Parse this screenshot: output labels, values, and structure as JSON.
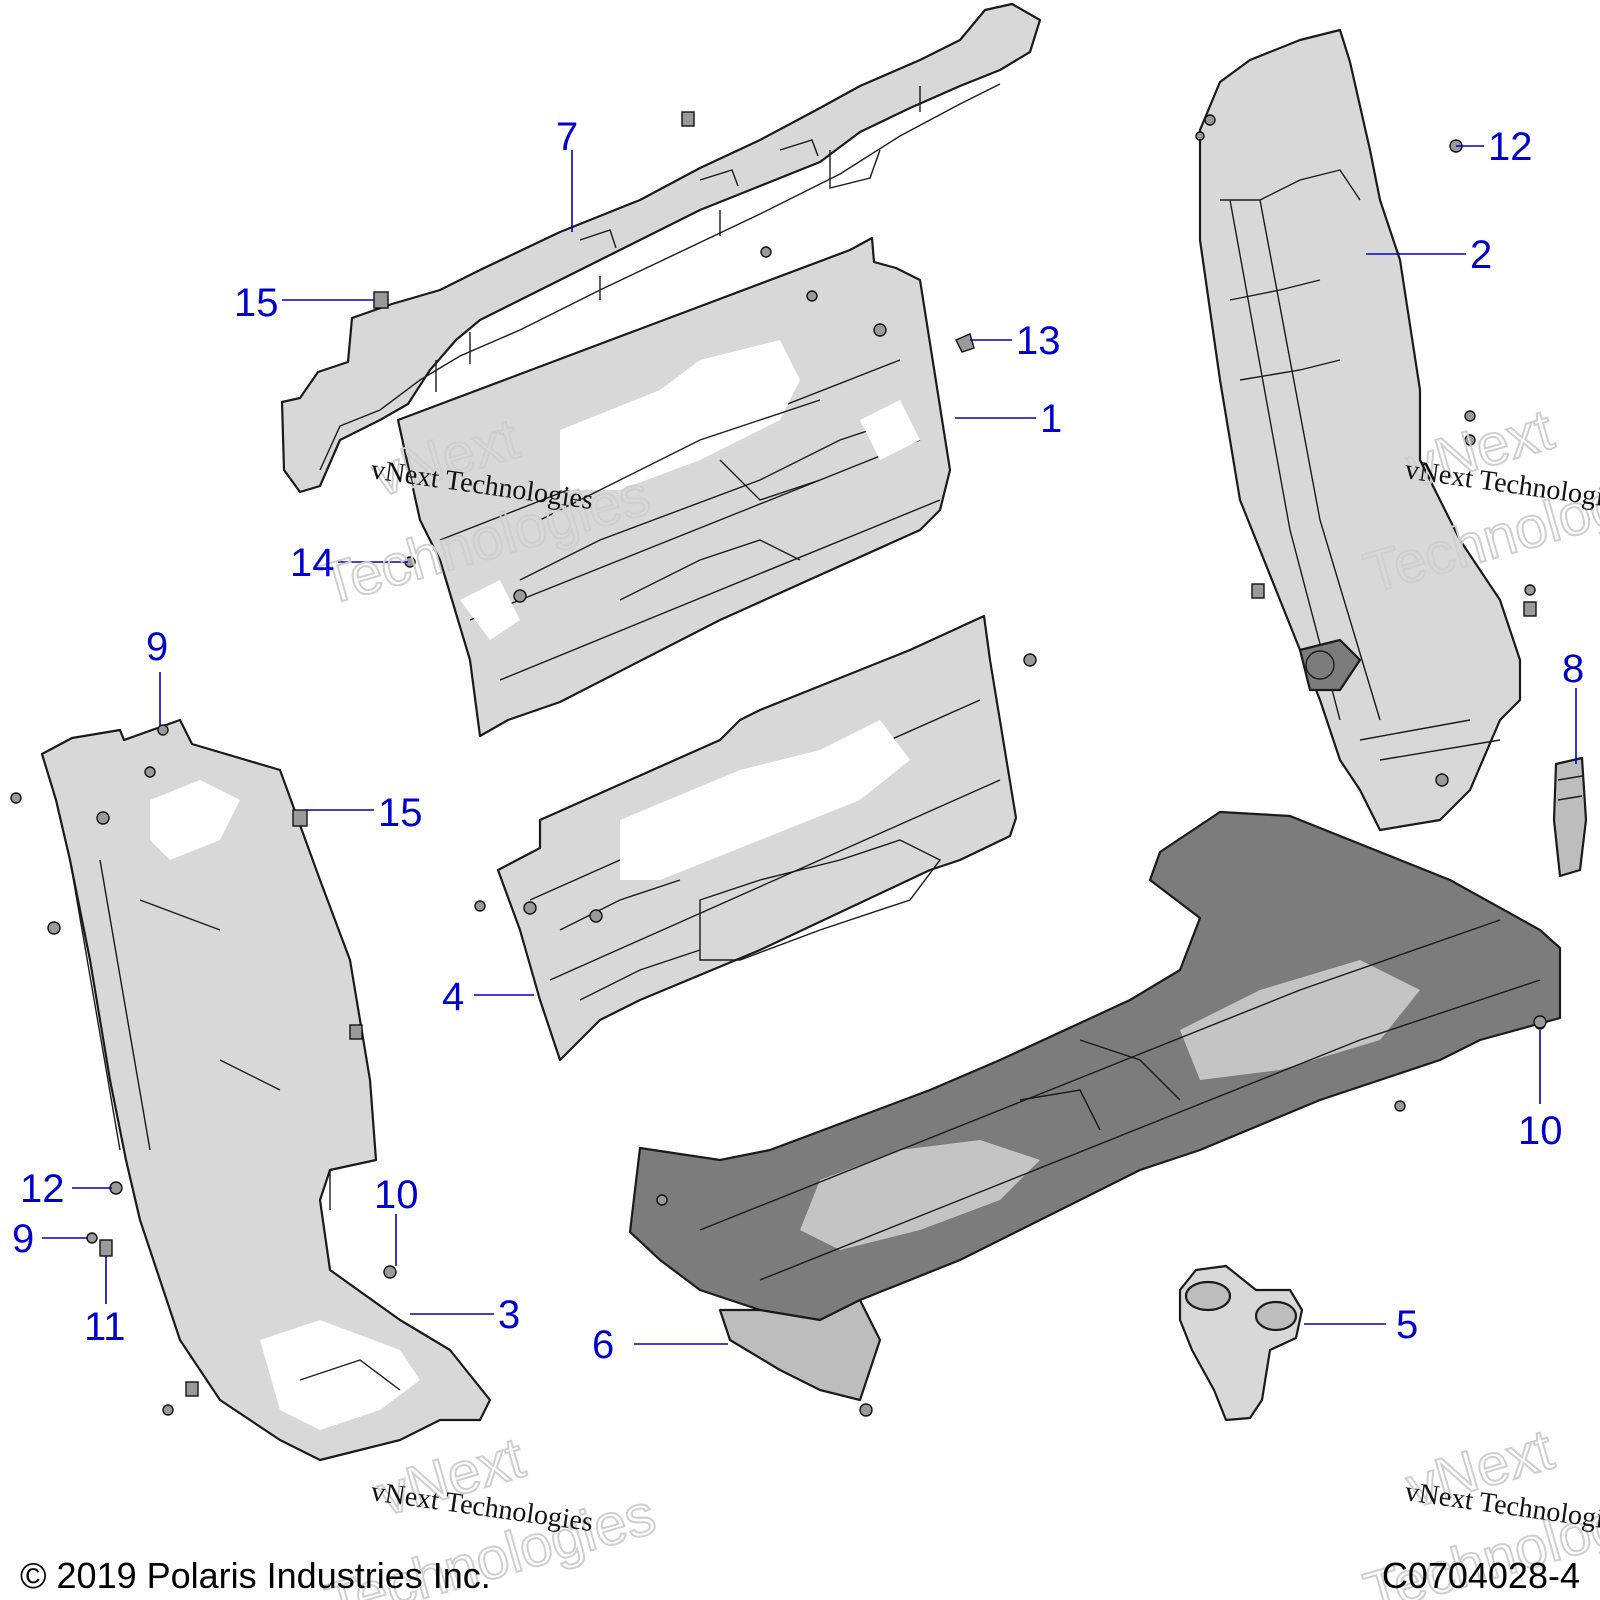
{
  "diagram": {
    "colors": {
      "callout": "#0000c8",
      "part_light": "#d8d8d8",
      "part_dark": "#7c7c7c"
    },
    "callouts": [
      {
        "id": "c7",
        "label": "7"
      },
      {
        "id": "c15a",
        "label": "15"
      },
      {
        "id": "c13",
        "label": "13"
      },
      {
        "id": "c1",
        "label": "1"
      },
      {
        "id": "c14",
        "label": "14"
      },
      {
        "id": "c12a",
        "label": "12"
      },
      {
        "id": "c2",
        "label": "2"
      },
      {
        "id": "c9a",
        "label": "9"
      },
      {
        "id": "c15b",
        "label": "15"
      },
      {
        "id": "c8",
        "label": "8"
      },
      {
        "id": "c4",
        "label": "4"
      },
      {
        "id": "c10a",
        "label": "10"
      },
      {
        "id": "c12b",
        "label": "12"
      },
      {
        "id": "c10b",
        "label": "10"
      },
      {
        "id": "c9b",
        "label": "9"
      },
      {
        "id": "c11",
        "label": "11"
      },
      {
        "id": "c3",
        "label": "3"
      },
      {
        "id": "c6",
        "label": "6"
      },
      {
        "id": "c5",
        "label": "5"
      }
    ],
    "watermark_text": "vNext Technologies",
    "watermark_big_line1": "vNext",
    "watermark_big_line2": "Technologies"
  },
  "footer": {
    "copyright": "© 2019 Polaris Industries Inc.",
    "diagram_code": "C0704028-4"
  }
}
